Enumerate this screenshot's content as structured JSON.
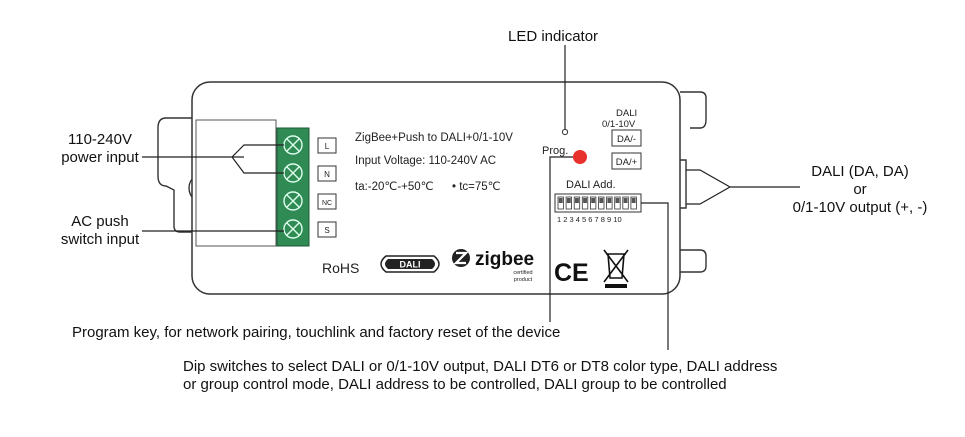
{
  "callouts": {
    "led_indicator": "LED indicator",
    "power_input_line1": "110-240V",
    "power_input_line2": "power input",
    "push_input_line1": "AC push",
    "push_input_line2": "switch input",
    "dali_out_line1": "DALI (DA, DA)",
    "dali_out_line2": "or",
    "dali_out_line3": "0/1-10V output (+, -)",
    "program_key": "Program key, for network pairing, touchlink and factory reset of the device",
    "dip_line1": "Dip switches to select DALI or 0/1-10V output, DALI DT6 or DT8 color type, DALI address",
    "dip_line2": "or group control mode, DALI address to be controlled, DALI group to be controlled"
  },
  "device": {
    "product_line": "ZigBee+Push to DALI+0/1-10V",
    "input_voltage": "Input Voltage: 110-240V AC",
    "ta": "ta:-20℃-+50℃",
    "tc": "• tc=75℃",
    "prog_label": "Prog.",
    "output_header_line1": "DALI",
    "output_header_line2": "0/1-10V",
    "terminal_out_1": "DA/-",
    "terminal_out_2": "DA/+",
    "dali_add_label": "DALI Add.",
    "dip_numbers": "1 2 3 4 5 6 7 8 9 10",
    "terminals_in": [
      "L",
      "N",
      "NC",
      "S"
    ],
    "rohs": "RoHS",
    "dali_logo_text": "DALI",
    "zigbee": "zigbee",
    "zigbee_certified_line1": "certified",
    "zigbee_certified_line2": "product",
    "ce_mark": "CE"
  },
  "colors": {
    "terminal_green": "#2f8a53",
    "led_red": "#e8302c",
    "outline": "#333333"
  },
  "icons": [
    "screw-terminal-icon",
    "led-indicator-icon",
    "dip-switch-icon",
    "dali-logo-icon",
    "zigbee-logo-icon",
    "ce-mark-icon",
    "weee-bin-icon"
  ]
}
